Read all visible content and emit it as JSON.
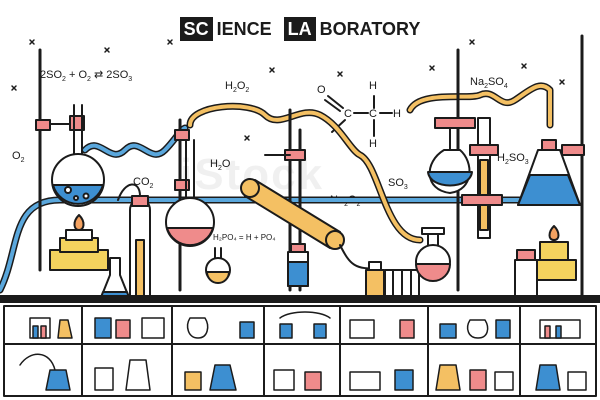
{
  "title": {
    "box1": "SC",
    "rest1": "IENCE",
    "box2": "LA",
    "rest2": "BORATORY"
  },
  "formulas": {
    "eq1_a": "2SO",
    "eq1_b": "+ O",
    "eq1_c": "2SO",
    "o2": "O",
    "co2": "CO",
    "h2o2": "H",
    "h2o": "H",
    "so3": "SO",
    "na2o2": "Na",
    "na2so4": "Na",
    "h2so3": "H",
    "h2po4": "H₂PO₄ = H + PO₄"
  },
  "molecule": {
    "o": "O",
    "c1": "C",
    "c2": "C",
    "h1": "H",
    "h2": "H",
    "h3": "H"
  },
  "watermark": "iStock",
  "colors": {
    "outline": "#1b1b1b",
    "blue": "#3d8fd1",
    "yellow": "#f4d35e",
    "orange": "#f4a261",
    "pink": "#ef8b8b",
    "tube": "#5aa7dc"
  }
}
